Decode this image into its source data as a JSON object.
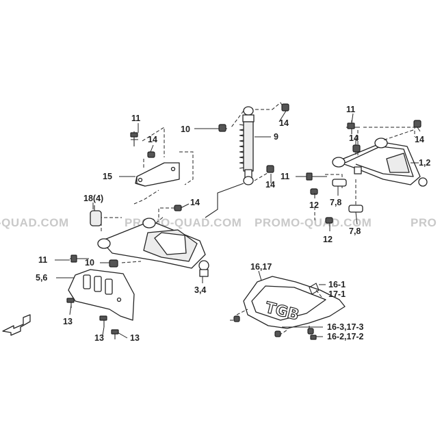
{
  "watermark": {
    "text_left": "-QUAD.COM",
    "text_mid1": "PROMO-QUAD.COM",
    "text_mid2": "PROMO-QUAD.COM",
    "text_right": "PRO",
    "color": "#c9c9c9"
  },
  "skid_plate": {
    "logo_text": "TGB"
  },
  "callouts": {
    "c1": "11",
    "c2": "14",
    "c3": "10",
    "c4": "14",
    "c5": "9",
    "c6": "15",
    "c7": "14",
    "c8": "18(4)",
    "c9": "14",
    "c10": "11",
    "c11": "10",
    "c12": "5,6",
    "c13": "3,4",
    "c14": "13",
    "c15": "13",
    "c16": "13",
    "c17": "11",
    "c18": "14",
    "c19": "14",
    "c20": "1,2",
    "c21": "11",
    "c22": "12",
    "c23": "7,8",
    "c24": "12",
    "c25": "7,8",
    "c26": "16,17",
    "c27": "16-1",
    "c28": "17-1",
    "c29": "16-3,17-3",
    "c30": "16-2,17-2"
  }
}
